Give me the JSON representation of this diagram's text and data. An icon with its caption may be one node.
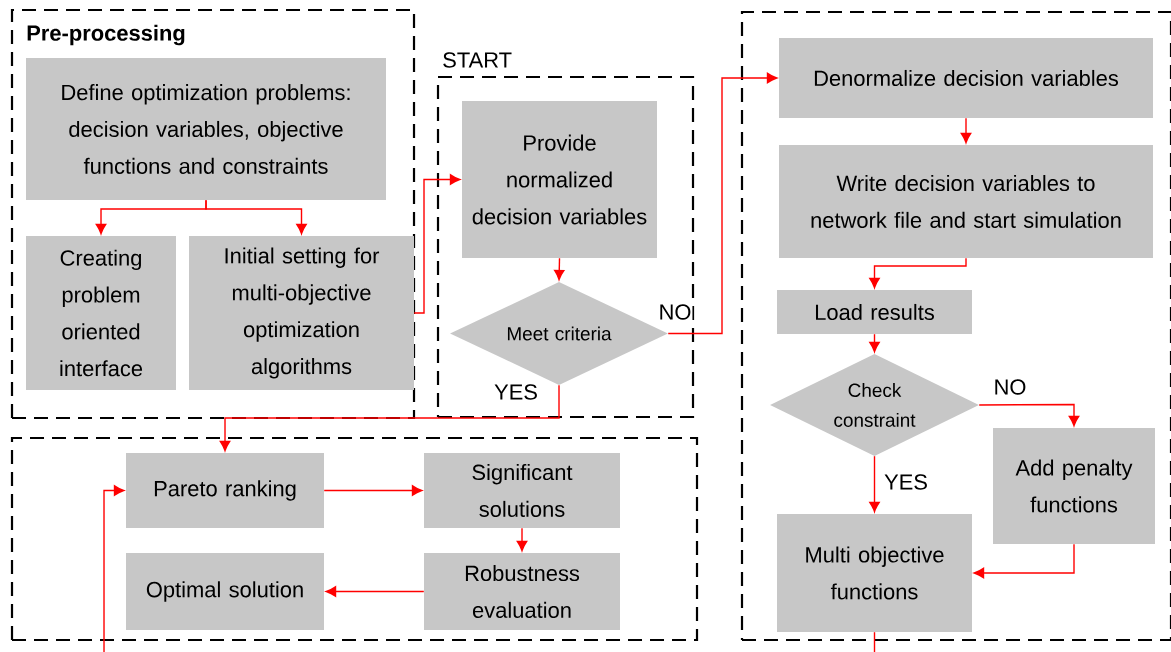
{
  "diagram": {
    "nodes": [
      {
        "text": [
          "Pre-processing"
        ]
      },
      {
        "text": [
          "Define optimization problems: decision variables, objective functions and constraints"
        ],
        "in": 0
      },
      {
        "text": [
          "Creating problem oriented interface"
        ],
        "in": 0
      },
      {
        "text": [
          "Initial setting for multi-objective optimization algorithms"
        ],
        "in": 0
      },
      {
        "text": [
          "START"
        ]
      },
      {
        "text": [
          "Provide normalized decision variables"
        ],
        "in": 4
      },
      {
        "text": [
          "Meet criteria"
        ],
        "in": 4
      },
      {
        "text": [],
        "shape": "box"
      },
      {
        "text": [
          "Denormalize decision variables"
        ],
        "in": 7
      },
      {
        "text": [
          "Write decision variables to network file and start simulation"
        ],
        "in": 7
      },
      {
        "text": [
          "Load results"
        ],
        "in": 7
      },
      {
        "text": [
          "Check constraint"
        ],
        "in": 7
      },
      {
        "text": [
          "Add penalty functions"
        ],
        "in": 7
      },
      {
        "text": [
          "Multi objective functions"
        ],
        "in": 7
      },
      {
        "text": [],
        "shape": "box"
      },
      {
        "text": [
          "Pareto ranking"
        ],
        "in": 14
      },
      {
        "text": [
          "Significant solutions"
        ],
        "in": 14
      },
      {
        "text": [
          "Optimal solution"
        ],
        "in": 14
      },
      {
        "text": [
          "Robustness evaluation"
        ],
        "in": 14
      }
    ],
    "edges": [
      {
        "from": 1,
        "to": 2,
        "arrow": "to"
      },
      {
        "from": 1,
        "to": 3,
        "arrow": "to"
      },
      {
        "from": 3,
        "to": 5,
        "arrow": "to"
      },
      {
        "from": 5,
        "to": 6,
        "arrow": "to"
      },
      {
        "from": 6,
        "to": 8,
        "arrow": "to",
        "label": "NO"
      },
      {
        "from": 6,
        "to": 15,
        "arrow": "to",
        "label": "YES"
      },
      {
        "from": 8,
        "to": 9,
        "arrow": "to"
      },
      {
        "from": 9,
        "to": 10,
        "arrow": "to"
      },
      {
        "from": 10,
        "to": 11,
        "arrow": "to"
      },
      {
        "from": 11,
        "to": 12,
        "arrow": "to",
        "label": "NO"
      },
      {
        "from": 11,
        "to": 13,
        "arrow": "to",
        "label": "YES"
      },
      {
        "from": 12,
        "to": 13,
        "arrow": "to"
      },
      {
        "from": 15,
        "to": 16,
        "arrow": "to"
      },
      {
        "from": 16,
        "to": 18,
        "arrow": "to"
      },
      {
        "from": 18,
        "to": 17,
        "arrow": "to"
      },
      {
        "from": 13,
        "to": null,
        "arrow": "none"
      },
      {
        "from": null,
        "to": 15,
        "arrow": "to"
      }
    ]
  }
}
